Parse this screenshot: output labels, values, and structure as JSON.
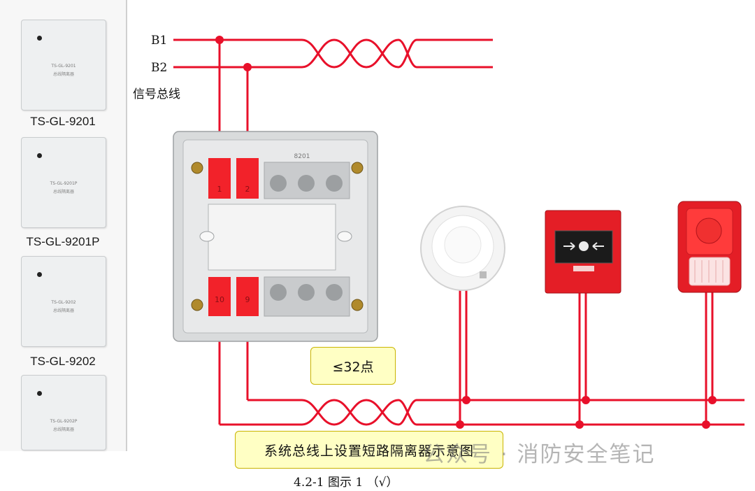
{
  "bus": {
    "b1_label": "B1",
    "b2_label": "B2",
    "signal_bus_label": "信号总线",
    "wire_color": "#e8102a"
  },
  "isolators": [
    {
      "model": "TS-GL-9201",
      "face_code": "TS-GL-9201",
      "face_name": "总线隔离器"
    },
    {
      "model": "TS-GL-9201P",
      "face_code": "TS-GL-9201P",
      "face_name": "总线隔离器"
    },
    {
      "model": "TS-GL-9202",
      "face_code": "TS-GL-9202",
      "face_name": "总线隔离器"
    },
    {
      "model": "",
      "face_code": "TS-GL-9202P",
      "face_name": "总线隔离器"
    }
  ],
  "base": {
    "terminals_top": [
      "1",
      "2"
    ],
    "terminals_bottom": [
      "10",
      "9"
    ],
    "center_mark": "8201"
  },
  "callouts": {
    "count_limit": "≤32点",
    "caption": "系统总线上设置短路隔离器示意图"
  },
  "figure_caption": "4.2-1 图示 1 （√）",
  "watermark": "公众号 · 消防安全笔记",
  "devices": [
    "smoke-detector",
    "manual-call-point",
    "sound-light-alarm"
  ]
}
